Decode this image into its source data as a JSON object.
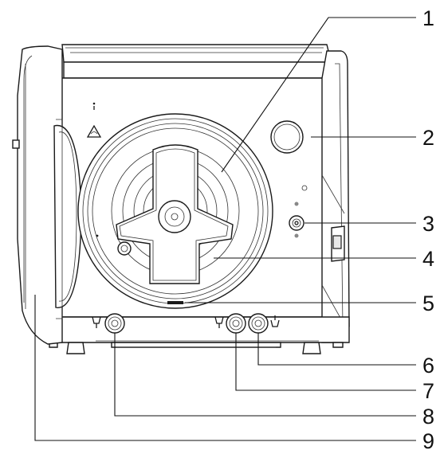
{
  "diagram": {
    "callouts": [
      {
        "id": "1",
        "label": "1"
      },
      {
        "id": "2",
        "label": "2"
      },
      {
        "id": "3",
        "label": "3"
      },
      {
        "id": "4",
        "label": "4"
      },
      {
        "id": "5",
        "label": "5"
      },
      {
        "id": "6",
        "label": "6"
      },
      {
        "id": "7",
        "label": "7"
      },
      {
        "id": "8",
        "label": "8"
      },
      {
        "id": "9",
        "label": "9"
      }
    ],
    "icons": [
      "warning-triangle-icon",
      "info-icon",
      "drain-cup-icon",
      "fill-cup-icon"
    ],
    "colors": {
      "line": "#1a1a1a",
      "background": "#ffffff"
    }
  }
}
